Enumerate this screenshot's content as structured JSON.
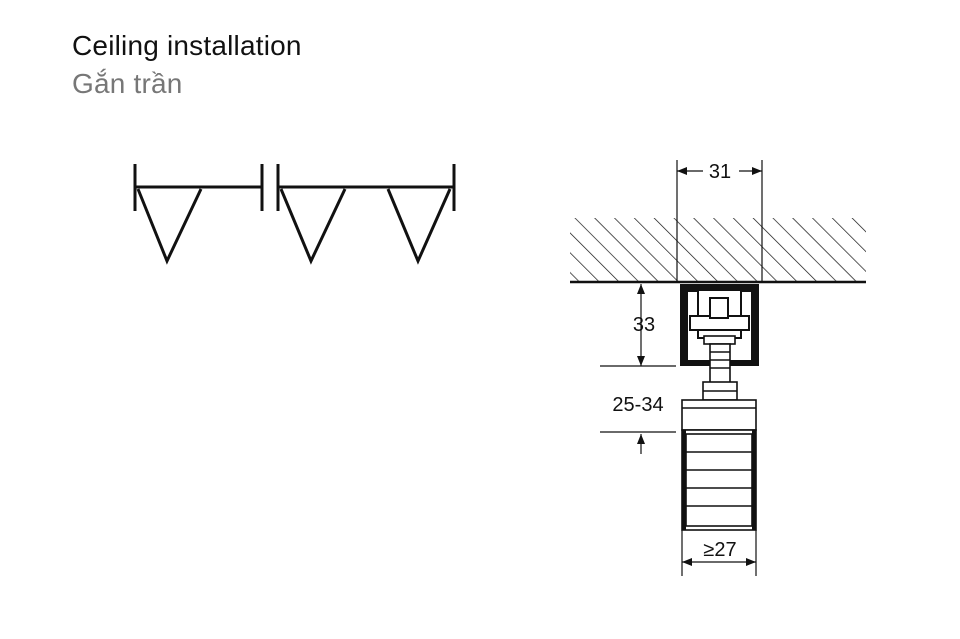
{
  "header": {
    "title": "Ceiling installation",
    "subtitle": "Gắn trần"
  },
  "dimensions": {
    "top_width": "31",
    "bracket_height": "33",
    "adjust_range": "25-34",
    "door_thickness": "≥27"
  },
  "colors": {
    "line": "#111111",
    "subtitle": "#777777",
    "fill_dark": "#111111",
    "fill_light": "#ffffff"
  }
}
